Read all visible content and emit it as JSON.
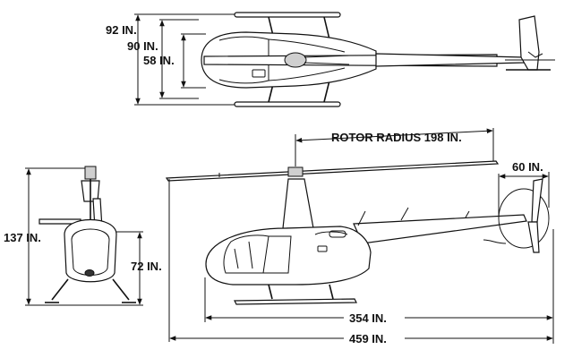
{
  "colors": {
    "line": "#111111",
    "background": "#ffffff",
    "shade": "#cfcfcf"
  },
  "top_view": {
    "dim_92": "92 IN.",
    "dim_90": "90 IN.",
    "dim_58": "58 IN."
  },
  "front_view": {
    "dim_137": "137 IN.",
    "dim_72": "72 IN."
  },
  "side_view": {
    "rotor_radius": "ROTOR RADIUS 198 IN.",
    "dim_60": "60 IN.",
    "dim_354": "354 IN.",
    "dim_459": "459 IN."
  }
}
